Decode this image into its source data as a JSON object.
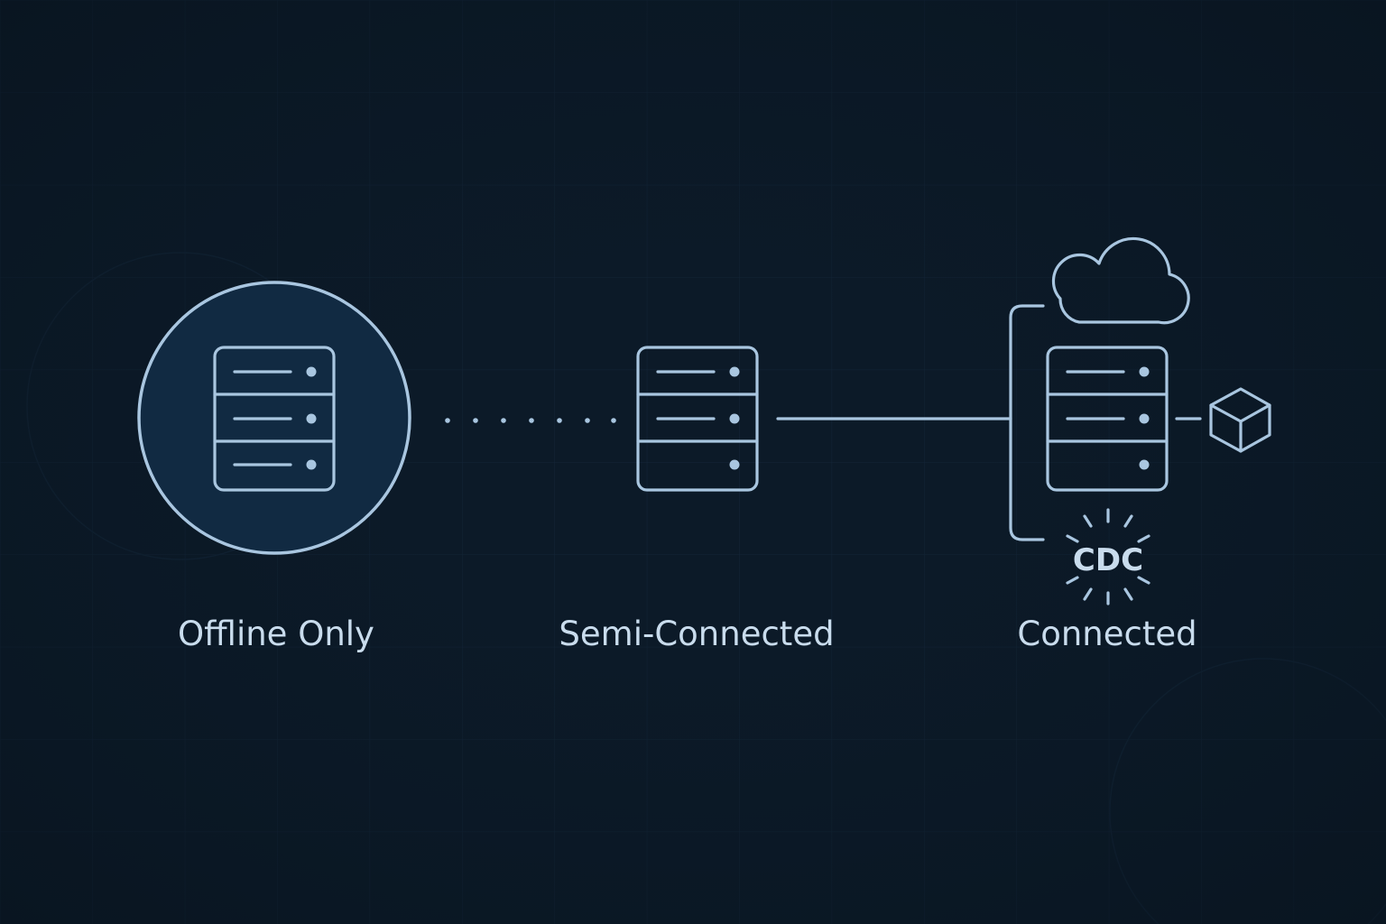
{
  "stages": [
    {
      "id": "offline",
      "label": "Offline Only"
    },
    {
      "id": "semi",
      "label": "Semi-Connected"
    },
    {
      "id": "connected",
      "label": "Connected"
    }
  ],
  "connected_extras": {
    "cdc_label": "CDC"
  },
  "icons": [
    "server-icon",
    "cloud-icon",
    "cube-icon",
    "cdc-sun-icon"
  ],
  "colors": {
    "background": "#0c1a28",
    "stroke": "#a9c6e0",
    "text": "#c9dced",
    "circle_fill": "#112a42"
  }
}
